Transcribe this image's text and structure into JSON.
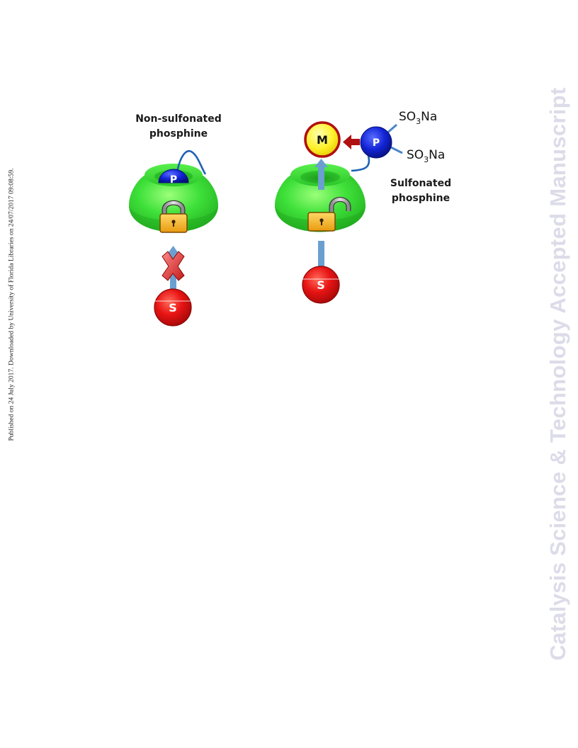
{
  "sidebar_note": "Published on 24 July 2017. Downloaded by University of Florida Libraries on 24/07/2017 09:08:59.",
  "watermark": "Catalysis Science & Technology Accepted Manuscript",
  "left_panel": {
    "label_line1": "Non-sulfonated",
    "label_line2": "phosphine",
    "phosphine_symbol": "P",
    "substrate_symbol": "S",
    "lock_state": "locked",
    "blocked_marker": "red-x"
  },
  "right_panel": {
    "label_line1": "Sulfonated",
    "label_line2": "phosphine",
    "phosphine_symbol": "P",
    "metal_symbol": "M",
    "substrate_symbol": "S",
    "group_top": {
      "main": "SO",
      "sub": "3",
      "tail": "Na"
    },
    "group_bottom": {
      "main": "SO",
      "sub": "3",
      "tail": "Na"
    },
    "lock_state": "unlocked"
  },
  "colors": {
    "cyclodextrin": "#3fe13a",
    "phosphine": "#1020c8",
    "substrate": "#e01010",
    "metal": "#ffee22",
    "arrow_blue": "#6a9fd0",
    "arrow_red": "#b01010",
    "lock_gold": "#f5b626",
    "watermark": "#dcdce9"
  }
}
